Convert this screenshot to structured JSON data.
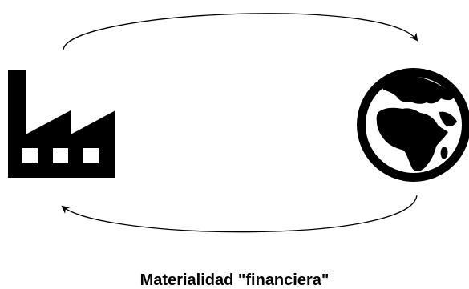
{
  "caption": "Materialidad \"financiera\"",
  "icons": {
    "left": "factory-icon",
    "right": "globe-europe-africa-icon"
  },
  "arrows": {
    "top": "factory-to-globe",
    "bottom": "globe-to-factory"
  },
  "colors": {
    "ink": "#000000",
    "background": "#ffffff"
  }
}
